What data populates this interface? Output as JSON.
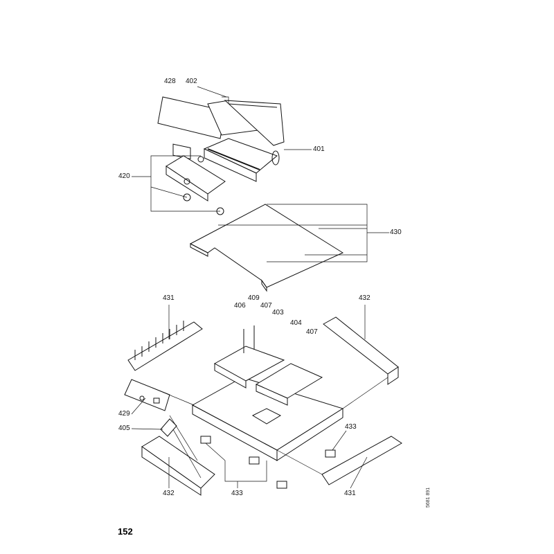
{
  "labels": {
    "p428": "428",
    "p402": "402",
    "p401": "401",
    "p420": "420",
    "p430": "430",
    "p431a": "431",
    "p409": "409",
    "p406": "406",
    "p407a": "407",
    "p403": "403",
    "p404": "404",
    "p432a": "432",
    "p407b": "407",
    "p429": "429",
    "p405": "405",
    "p433a": "433",
    "p432b": "432",
    "p433b": "433",
    "p431b": "431"
  },
  "page_number": "152",
  "document_number": "5681 891"
}
